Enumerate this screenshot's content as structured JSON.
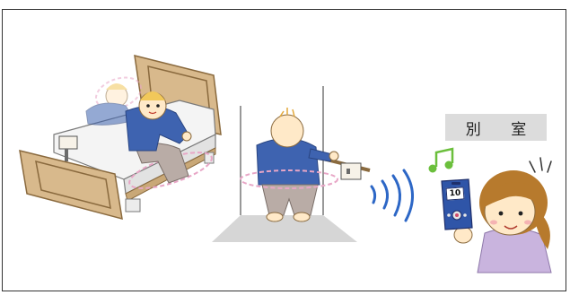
{
  "room_label": "別 室",
  "phone_display": "10",
  "colors": {
    "bed_frame": "#d8b98c",
    "bed_mattress": "#f4f4f4",
    "shirt": "#3e63b0",
    "pants": "#b9aca6",
    "hair_boy": "#f1c85a",
    "skin": "#ffe9c8",
    "detection_zone": "#e8a6c6",
    "floor": "#d6d6d6",
    "phone_body": "#2f55a8",
    "signal": "#2d67c6",
    "music_note": "#6bbf3c",
    "girl_hair": "#b77a2d",
    "girl_shirt": "#c9b4de",
    "label_bg": "#dcdcdc"
  },
  "icons": [
    "bed-illustration",
    "patient-lying-icon",
    "patient-sitting-icon",
    "bed-sensor-icon",
    "walking-patient-icon",
    "handrail-sensor-icon",
    "wireless-signal-icon",
    "music-note-icon",
    "nurse-call-phone-icon",
    "caregiver-girl-icon"
  ]
}
